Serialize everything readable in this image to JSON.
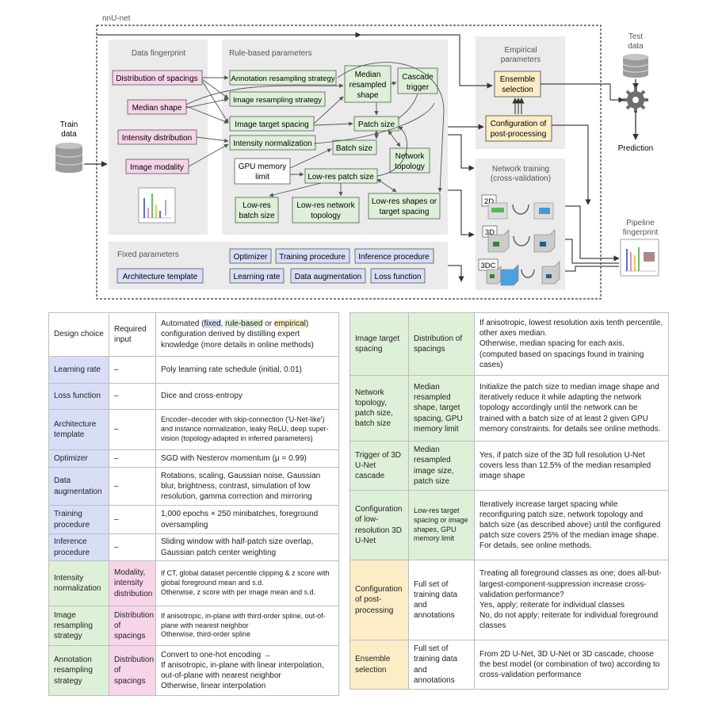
{
  "diagram": {
    "title": "nnU-net",
    "train_data": [
      "Train",
      "data"
    ],
    "test_data": [
      "Test",
      "data"
    ],
    "prediction": "Prediction",
    "data_fingerprint": {
      "heading": "Data fingerprint",
      "items": [
        "Distribution of spacings",
        "Median shape",
        "Intensity distribution",
        "Image modality"
      ]
    },
    "rule_based": {
      "heading": "Rule-based parameters",
      "annotation_resampling": "Annotation resampling strategy",
      "image_resampling": "Image resampling strategy",
      "image_target_spacing": "Image target spacing",
      "intensity_normalization": "Intensity normalization",
      "median_resampled_shape": [
        "Median",
        "resampled",
        "shape"
      ],
      "cascade_trigger": [
        "Cascade",
        "trigger"
      ],
      "patch_size": "Patch size",
      "batch_size": "Batch size",
      "network_topology": [
        "Network",
        "topology"
      ],
      "gpu_memory_limit": [
        "GPU memory",
        "limit"
      ],
      "low_res_patch_size": "Low-res patch size",
      "low_res_batch_size": [
        "Low-res",
        "batch size"
      ],
      "low_res_network_topology": [
        "Low-res network",
        "topology"
      ],
      "low_res_shapes": [
        "Low-res shapes or",
        "target spacing"
      ]
    },
    "empirical": {
      "heading": [
        "Empirical",
        "parameters"
      ],
      "ensemble_selection": [
        "Ensemble",
        "selection"
      ],
      "configuration": [
        "Configuration of",
        "post-processing"
      ]
    },
    "network_training": {
      "heading": [
        "Network training",
        "(cross-validation)"
      ],
      "labels": [
        "2D",
        "3D",
        "3DC"
      ]
    },
    "pipeline_fingerprint": [
      "Pipeline",
      "fingerprint"
    ],
    "fixed": {
      "heading": "Fixed parameters",
      "optimizer": "Optimizer",
      "training_procedure": "Training procedure",
      "inference_procedure": "Inference procedure",
      "architecture_template": "Architecture template",
      "learning_rate": "Learning rate",
      "data_augmentation": "Data augmentation",
      "loss_function": "Loss function"
    },
    "colors": {
      "pink": "#f6d5e9",
      "green": "#dff0d8",
      "blue": "#d8def6",
      "yellow": "#fbedc6",
      "panel": "#ebebeb"
    }
  },
  "left_table": {
    "header": {
      "c1": "Design choice",
      "c2": "Required input",
      "c3_pre": "Automated (",
      "c3_fixed": "fixed",
      "c3_comma": ", ",
      "c3_rule": "rule-based",
      "c3_or": " or ",
      "c3_emp": "empirical",
      "c3_post": ") configuration derived by distilling expert knowledge (more details in online methods)"
    },
    "rows": [
      {
        "c1": "Learning rate",
        "c2": "–",
        "c3": "Poly learning rate schedule (initial, 0.01)"
      },
      {
        "c1": "Loss function",
        "c2": "–",
        "c3": "Dice and cross-entropy"
      },
      {
        "c1": "Architecture template",
        "c2": "–",
        "c3": "Encoder–decoder with skip-connection ('U-Net-like') and instance normalization, leaky ReLU, deep super-vision (topology-adapted in inferred parameters)"
      },
      {
        "c1": "Optimizer",
        "c2": "–",
        "c3": "SGD with Nesterov momentum (μ = 0.99)"
      },
      {
        "c1": "Data augmentation",
        "c2": "–",
        "c3": "Rotations, scaling, Gaussian noise, Gaussian blur, brightness, contrast, simulation of low resolution, gamma correction and mirroring"
      },
      {
        "c1": "Training procedure",
        "c2": "–",
        "c3": "1,000 epochs × 250 minibatches, foreground oversampling"
      },
      {
        "c1": "Inference procedure",
        "c2": "–",
        "c3": "Sliding window with half-patch size overlap, Gaussian patch center weighting"
      },
      {
        "c1": "Intensity normalization",
        "c2": "Modality, intensity distribution",
        "c3a": "If CT, global dataset percentile clipping & z score with global foreground mean and s.d.",
        "c3b": "Otherwise, z score with per image mean and s.d."
      },
      {
        "c1": "Image resampling strategy",
        "c2": "Distribution of spacings",
        "c3a": "If anisotropic, in-plane with third-order spline, out-of-plane with nearest neighbor",
        "c3b": "Otherwise, third-order spline"
      },
      {
        "c1": "Annotation resampling strategy",
        "c2": "Distribution of spacings",
        "c3a": "Convert to one-hot encoding →",
        "c3b": "If anisotropic, in-plane with linear interpolation, out-of-plane with nearest neighbor",
        "c3c": "Otherwise, linear interpolation"
      }
    ]
  },
  "right_table": {
    "rows": [
      {
        "c1": "Image target spacing",
        "c2": "Distribution of spacings",
        "c3a": "If anisotropic, lowest resolution axis tenth percentile, other axes median.",
        "c3b": "Otherwise, median spacing for each axis. (computed based on spacings found in training cases)"
      },
      {
        "c1": "Network topology, patch size, batch size",
        "c2": "Median resampled shape, target spacing, GPU memory limit",
        "c3": "Initialize the patch size to median image shape and iteratively reduce it while adapting the network topology accordingly until the network can be trained with a batch size of at least 2 given GPU memory constraints. for details see online methods."
      },
      {
        "c1": "Trigger of 3D U-Net cascade",
        "c2": "Median resampled image size, patch size",
        "c3": "Yes, if patch size of the 3D full resolution U-Net covers less than 12.5% of the median resampled image shape"
      },
      {
        "c1": "Configuration of low-resolution 3D U-Net",
        "c2": "Low-res target spacing or image shapes, GPU memory limit",
        "c3": "Iteratively increase target spacing while reconfiguring patch size, network topology and batch size (as described above) until the configured patch size covers 25% of the median image shape. For details, see online methods."
      },
      {
        "c1": "Configuration of post-processing",
        "c2": "Full set of training data and annotations",
        "c3a": "Treating all foreground classes as one; does all-but-largest-component-suppression increase cross-validation performance?",
        "c3b": "Yes, apply; reiterate for individual classes",
        "c3c": "No, do not apply; reiterate for individual foreground classes"
      },
      {
        "c1": "Ensemble selection",
        "c2": "Full set of training data and annotations",
        "c3": "From 2D U-Net, 3D U-Net or 3D cascade, choose the best model (or combination of two) according to cross-validation performance"
      }
    ]
  }
}
